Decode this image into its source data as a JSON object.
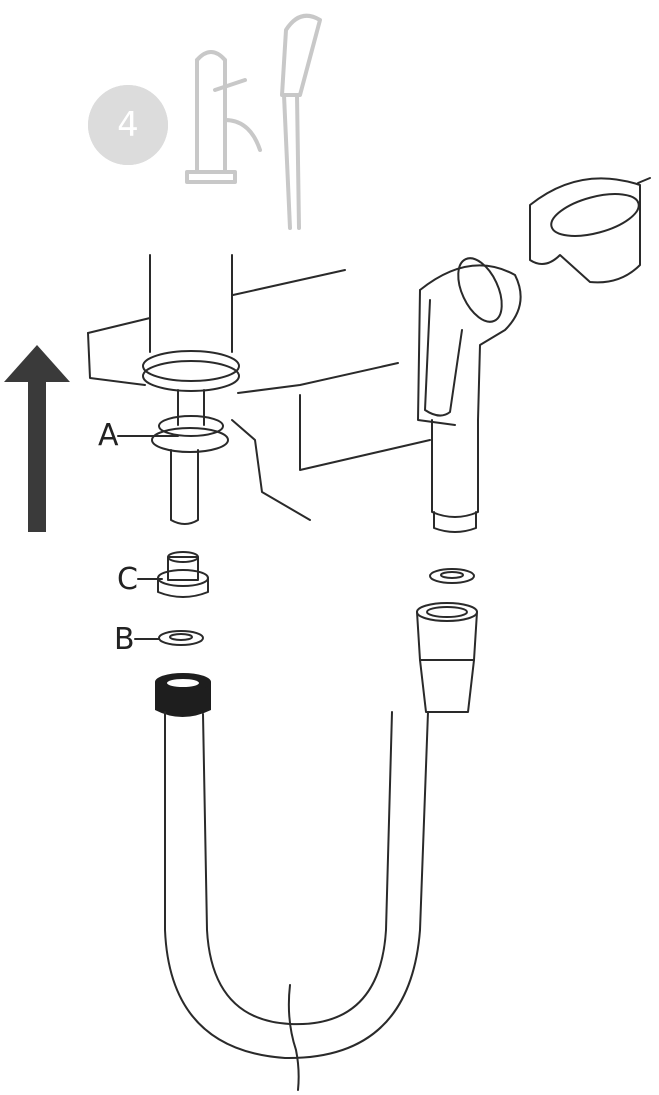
{
  "step": {
    "number": "4"
  },
  "labels": {
    "a": "A",
    "b": "B",
    "c": "C"
  },
  "colors": {
    "ink": "#2a2a2a",
    "ghost": "#dcdcdc",
    "arrow": "#3a3a3a",
    "nut": "#1e1e1e"
  },
  "icons": {
    "direction": "up-arrow-icon"
  }
}
